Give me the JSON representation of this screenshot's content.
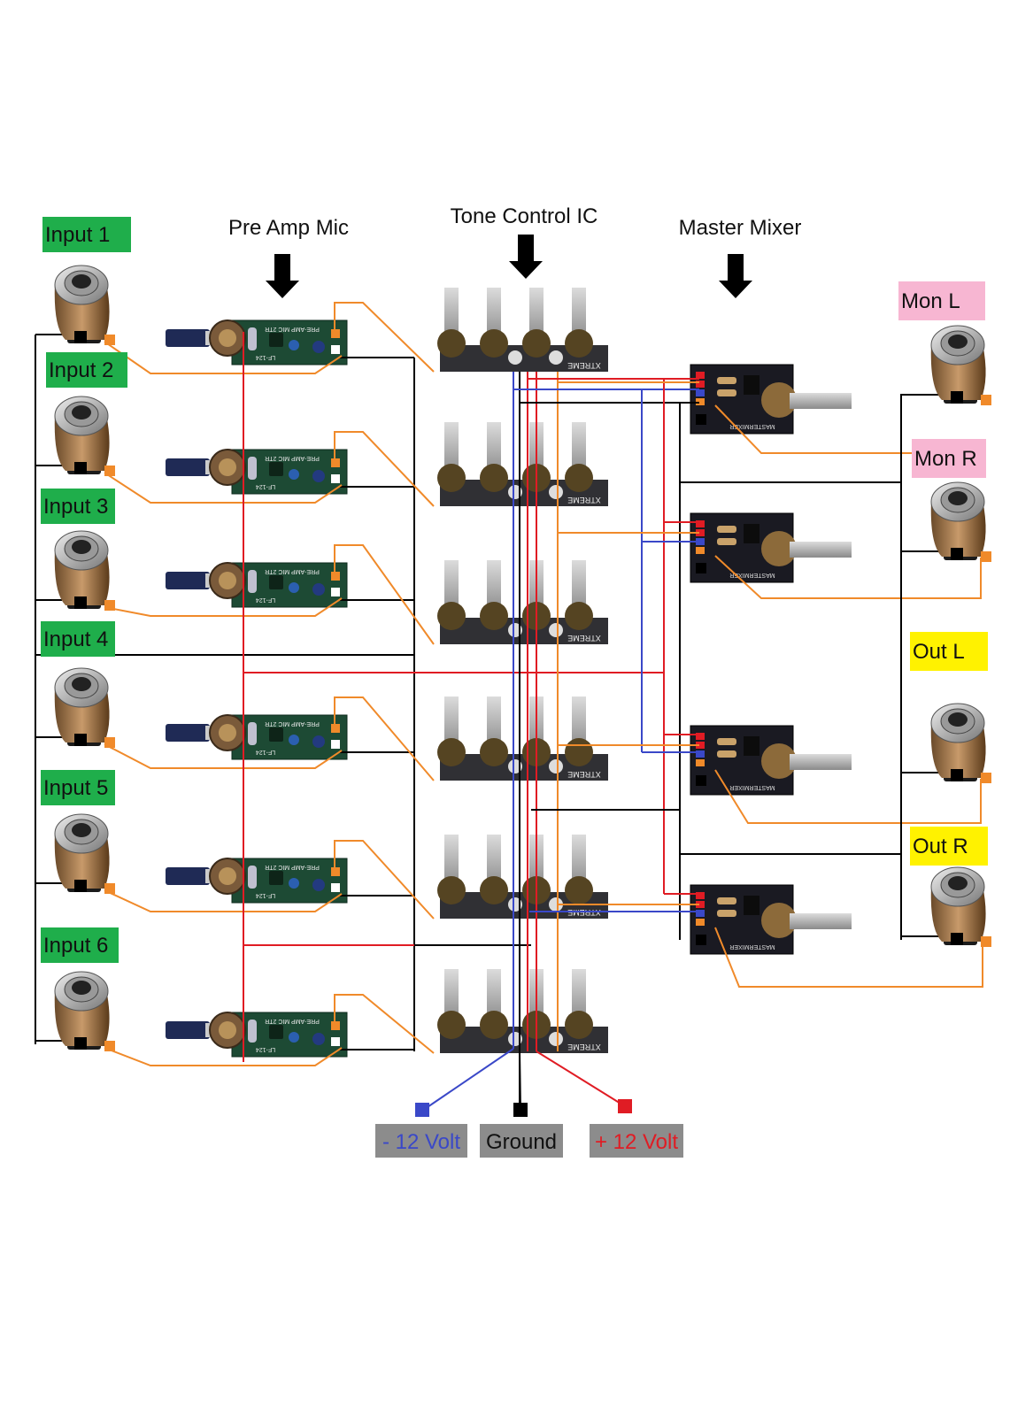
{
  "headers": {
    "preamp": "Pre Amp Mic",
    "tone": "Tone Control IC",
    "mixer": "Master Mixer"
  },
  "inputs": [
    {
      "label": "Input 1"
    },
    {
      "label": "Input 2"
    },
    {
      "label": "Input 3"
    },
    {
      "label": "Input 4"
    },
    {
      "label": "Input 5"
    },
    {
      "label": "Input 6"
    }
  ],
  "outputs": [
    {
      "label": "Mon L"
    },
    {
      "label": "Mon R"
    },
    {
      "label": "Out L"
    },
    {
      "label": "Out R"
    }
  ],
  "preamp_board_text": {
    "title": "PRE-AMP MIC 2TR",
    "code": "LF-124"
  },
  "tone_board_text": "XTREME",
  "mixer_board_text": "MASTERMIXER",
  "power": [
    {
      "label": "- 12 Volt",
      "color": "#3a48c8"
    },
    {
      "label": "Ground",
      "color": "#000000"
    },
    {
      "label": "+ 12 Volt",
      "color": "#e01c24"
    }
  ],
  "colors": {
    "input_label_bg": "#1fae4b",
    "mon_label_bg": "#f7b6d2",
    "out_label_bg": "#fff200",
    "power_label_bg": "#8c8c8c",
    "signal_wire": "#f08a2a",
    "ground_wire": "#000000",
    "positive_wire": "#e01c24",
    "negative_wire": "#3a48c8",
    "pcb_green": "#1d4a34",
    "pcb_dark": "#1a1a22"
  }
}
